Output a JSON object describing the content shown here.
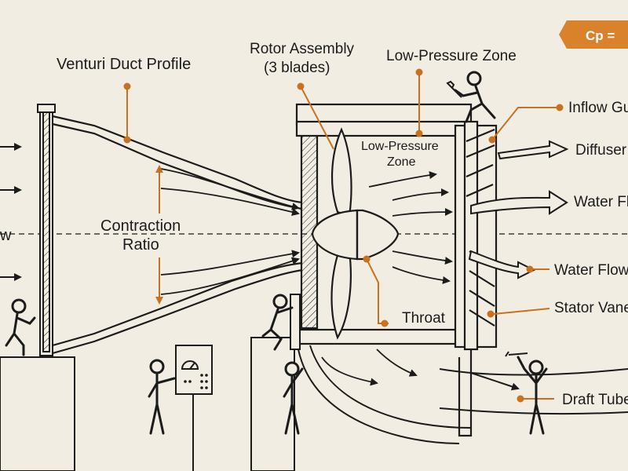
{
  "colors": {
    "background": "#f1ede2",
    "ink": "#1b1b1b",
    "accent": "#c8711f",
    "badge": "#d9822b"
  },
  "badge": {
    "text": "Cp ="
  },
  "labels": {
    "venturi": "Venturi Duct Profile",
    "rotor_line1": "Rotor Assembly",
    "rotor_line2": "(3 blades)",
    "low_pressure_top": "Low-Pressure Zone",
    "low_pressure_inner_line1": "Low-Pressure",
    "low_pressure_inner_line2": "Zone",
    "contraction_line1": "Contraction",
    "contraction_line2": "Ratio",
    "inflow": "Inflow Gu",
    "diffuser": "Diffuser",
    "water_flow_upper": "Water Fl",
    "water_flow_lower": "Water Flow",
    "stator": "Stator Vane",
    "throat": "Throat",
    "draft_tube": "Draft Tube",
    "left_w": "w"
  },
  "icons": [
    "worker-figure-icon",
    "wrench-icon",
    "control-panel-icon",
    "flow-arrow-icon",
    "leader-dot-icon"
  ]
}
